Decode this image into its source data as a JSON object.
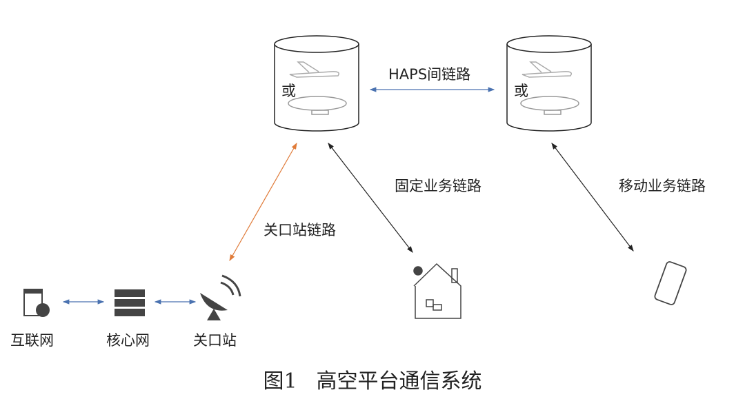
{
  "platforms": [
    {
      "or_label": "或"
    },
    {
      "or_label": "或"
    }
  ],
  "links": {
    "inter_haps": "HAPS间链路",
    "fixed": "固定业务链路",
    "mobile": "移动业务链路",
    "gateway": "关口站链路"
  },
  "nodes": {
    "internet": "互联网",
    "core": "核心网",
    "gateway": "关口站"
  },
  "caption": {
    "figure": "图1",
    "title": "高空平台通信系统"
  },
  "colors": {
    "blue_arrow": "#4a72b0",
    "orange_arrow": "#e07b39",
    "black_arrow": "#222222"
  }
}
